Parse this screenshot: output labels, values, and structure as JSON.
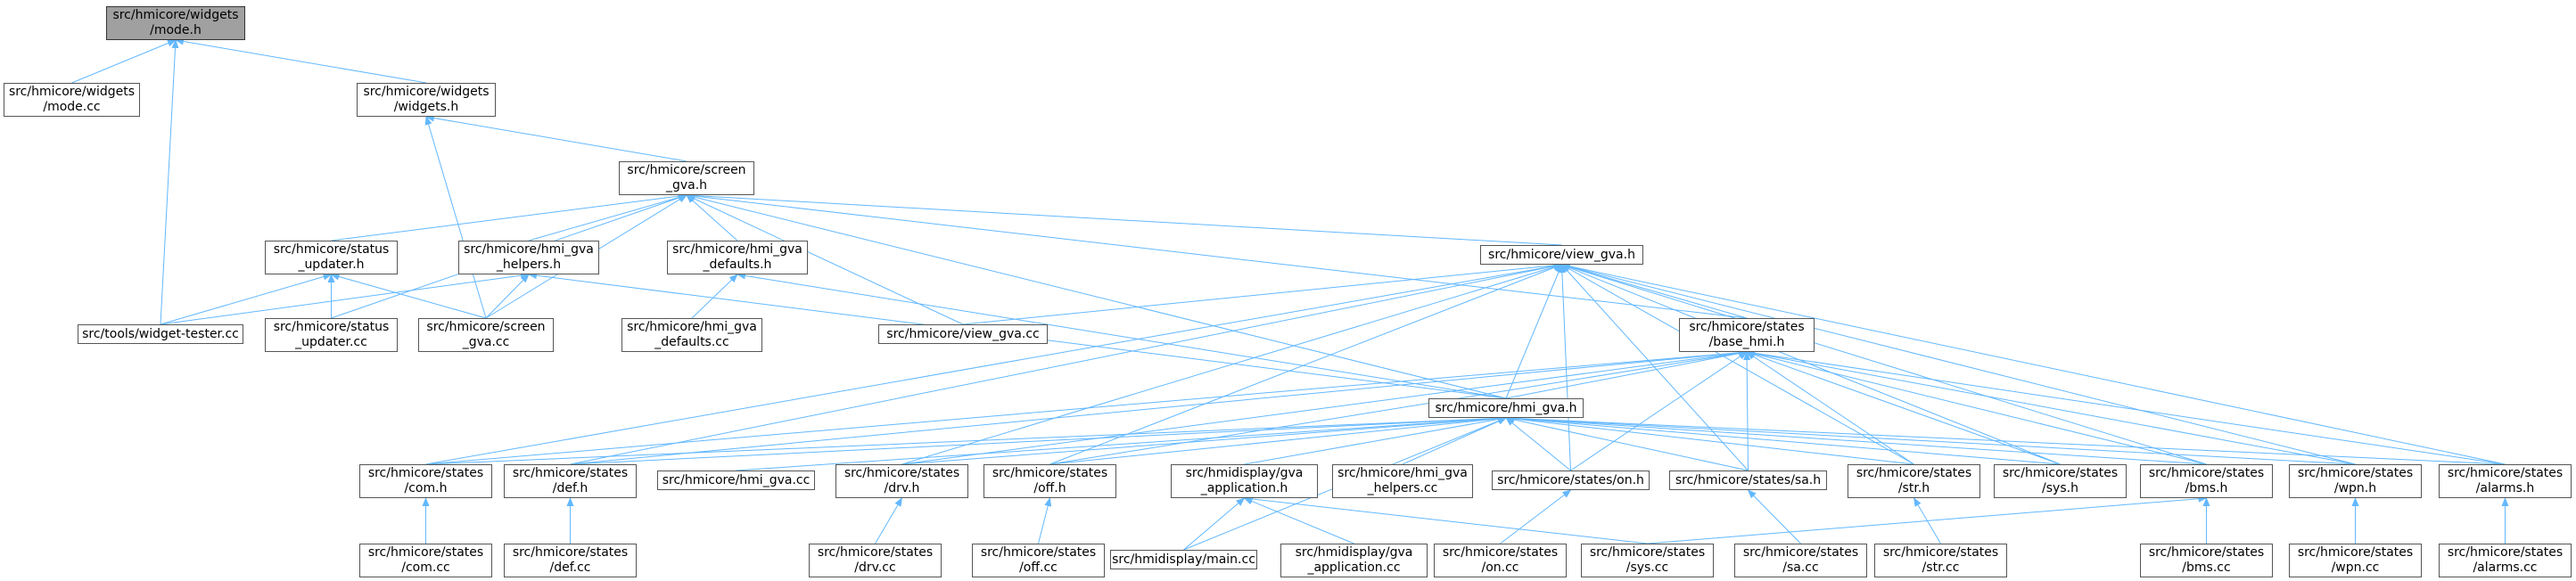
{
  "colors": {
    "edge": "#63b8ff",
    "node_border": "#555555",
    "focus_fill": "#a0a0a0"
  },
  "nodes": {
    "mode_h": "src/hmicore/widgets\n/mode.h",
    "mode_cc": "src/hmicore/widgets\n/mode.cc",
    "widgets_h": "src/hmicore/widgets\n/widgets.h",
    "screen_gva_h": "src/hmicore/screen\n_gva.h",
    "status_updater_h": "src/hmicore/status\n_updater.h",
    "hmi_gva_helpers_h": "src/hmicore/hmi_gva\n_helpers.h",
    "hmi_gva_defaults_h": "src/hmicore/hmi_gva\n_defaults.h",
    "view_gva_h": "src/hmicore/view_gva.h",
    "widget_tester_cc": "src/tools/widget-tester.cc",
    "status_updater_cc": "src/hmicore/status\n_updater.cc",
    "screen_gva_cc": "src/hmicore/screen\n_gva.cc",
    "hmi_gva_defaults_cc": "src/hmicore/hmi_gva\n_defaults.cc",
    "view_gva_cc": "src/hmicore/view_gva.cc",
    "base_hmi_h": "src/hmicore/states\n/base_hmi.h",
    "hmi_gva_h": "src/hmicore/hmi_gva.h",
    "com_h": "src/hmicore/states\n/com.h",
    "def_h": "src/hmicore/states\n/def.h",
    "hmi_gva_cc": "src/hmicore/hmi_gva.cc",
    "drv_h": "src/hmicore/states\n/drv.h",
    "off_h": "src/hmicore/states\n/off.h",
    "gva_application_h": "src/hmidisplay/gva\n_application.h",
    "hmi_gva_helpers_cc": "src/hmicore/hmi_gva\n_helpers.cc",
    "on_h": "src/hmicore/states/on.h",
    "sa_h": "src/hmicore/states/sa.h",
    "str_h": "src/hmicore/states\n/str.h",
    "sys_h": "src/hmicore/states\n/sys.h",
    "bms_h": "src/hmicore/states\n/bms.h",
    "wpn_h": "src/hmicore/states\n/wpn.h",
    "alarms_h": "src/hmicore/states\n/alarms.h",
    "com_cc": "src/hmicore/states\n/com.cc",
    "def_cc": "src/hmicore/states\n/def.cc",
    "drv_cc": "src/hmicore/states\n/drv.cc",
    "off_cc": "src/hmicore/states\n/off.cc",
    "main_cc": "src/hmidisplay/main.cc",
    "gva_application_cc": "src/hmidisplay/gva\n_application.cc",
    "on_cc": "src/hmicore/states\n/on.cc",
    "sys_cc": "src/hmicore/states\n/sys.cc",
    "sa_cc": "src/hmicore/states\n/sa.cc",
    "str_cc": "src/hmicore/states\n/str.cc",
    "bms_cc": "src/hmicore/states\n/bms.cc",
    "wpn_cc": "src/hmicore/states\n/wpn.cc",
    "alarms_cc": "src/hmicore/states\n/alarms.cc"
  },
  "edges": [
    [
      "mode_cc",
      "mode_h"
    ],
    [
      "widget_tester_cc",
      "mode_h"
    ],
    [
      "widgets_h",
      "mode_h"
    ],
    [
      "screen_gva_h",
      "widgets_h"
    ],
    [
      "screen_gva_cc",
      "widgets_h"
    ],
    [
      "status_updater_h",
      "screen_gva_h"
    ],
    [
      "hmi_gva_helpers_h",
      "screen_gva_h"
    ],
    [
      "hmi_gva_defaults_h",
      "screen_gva_h"
    ],
    [
      "view_gva_h",
      "screen_gva_h"
    ],
    [
      "status_updater_cc",
      "screen_gva_h"
    ],
    [
      "screen_gva_cc",
      "screen_gva_h"
    ],
    [
      "view_gva_cc",
      "screen_gva_h"
    ],
    [
      "base_hmi_h",
      "screen_gva_h"
    ],
    [
      "hmi_gva_h",
      "screen_gva_h"
    ],
    [
      "widget_tester_cc",
      "status_updater_h"
    ],
    [
      "status_updater_cc",
      "status_updater_h"
    ],
    [
      "screen_gva_cc",
      "status_updater_h"
    ],
    [
      "widget_tester_cc",
      "hmi_gva_helpers_h"
    ],
    [
      "screen_gva_cc",
      "hmi_gva_helpers_h"
    ],
    [
      "hmi_gva_h",
      "hmi_gva_helpers_h"
    ],
    [
      "hmi_gva_defaults_cc",
      "hmi_gva_defaults_h"
    ],
    [
      "hmi_gva_h",
      "hmi_gva_defaults_h"
    ],
    [
      "view_gva_cc",
      "view_gva_h"
    ],
    [
      "base_hmi_h",
      "view_gva_h"
    ],
    [
      "hmi_gva_h",
      "view_gva_h"
    ],
    [
      "com_h",
      "view_gva_h"
    ],
    [
      "def_h",
      "view_gva_h"
    ],
    [
      "drv_h",
      "view_gva_h"
    ],
    [
      "off_h",
      "view_gva_h"
    ],
    [
      "on_h",
      "view_gva_h"
    ],
    [
      "sa_h",
      "view_gva_h"
    ],
    [
      "str_h",
      "view_gva_h"
    ],
    [
      "sys_h",
      "view_gva_h"
    ],
    [
      "bms_h",
      "view_gva_h"
    ],
    [
      "wpn_h",
      "view_gva_h"
    ],
    [
      "alarms_h",
      "view_gva_h"
    ],
    [
      "hmi_gva_h",
      "base_hmi_h"
    ],
    [
      "com_h",
      "base_hmi_h"
    ],
    [
      "def_h",
      "base_hmi_h"
    ],
    [
      "drv_h",
      "base_hmi_h"
    ],
    [
      "off_h",
      "base_hmi_h"
    ],
    [
      "on_h",
      "base_hmi_h"
    ],
    [
      "sa_h",
      "base_hmi_h"
    ],
    [
      "str_h",
      "base_hmi_h"
    ],
    [
      "sys_h",
      "base_hmi_h"
    ],
    [
      "bms_h",
      "base_hmi_h"
    ],
    [
      "wpn_h",
      "base_hmi_h"
    ],
    [
      "alarms_h",
      "base_hmi_h"
    ],
    [
      "com_h",
      "hmi_gva_h"
    ],
    [
      "def_h",
      "hmi_gva_h"
    ],
    [
      "hmi_gva_cc",
      "hmi_gva_h"
    ],
    [
      "drv_h",
      "hmi_gva_h"
    ],
    [
      "off_h",
      "hmi_gva_h"
    ],
    [
      "gva_application_h",
      "hmi_gva_h"
    ],
    [
      "hmi_gva_helpers_cc",
      "hmi_gva_h"
    ],
    [
      "on_h",
      "hmi_gva_h"
    ],
    [
      "sa_h",
      "hmi_gva_h"
    ],
    [
      "str_h",
      "hmi_gva_h"
    ],
    [
      "sys_h",
      "hmi_gva_h"
    ],
    [
      "bms_h",
      "hmi_gva_h"
    ],
    [
      "wpn_h",
      "hmi_gva_h"
    ],
    [
      "alarms_h",
      "hmi_gva_h"
    ],
    [
      "main_cc",
      "hmi_gva_h"
    ],
    [
      "com_cc",
      "com_h"
    ],
    [
      "def_cc",
      "def_h"
    ],
    [
      "drv_cc",
      "drv_h"
    ],
    [
      "off_cc",
      "off_h"
    ],
    [
      "main_cc",
      "gva_application_h"
    ],
    [
      "gva_application_cc",
      "gva_application_h"
    ],
    [
      "sys_cc",
      "gva_application_h"
    ],
    [
      "on_cc",
      "on_h"
    ],
    [
      "sa_cc",
      "sa_h"
    ],
    [
      "str_cc",
      "str_h"
    ],
    [
      "sys_cc",
      "bms_h"
    ],
    [
      "bms_cc",
      "bms_h"
    ],
    [
      "wpn_cc",
      "wpn_h"
    ],
    [
      "alarms_cc",
      "alarms_h"
    ]
  ]
}
